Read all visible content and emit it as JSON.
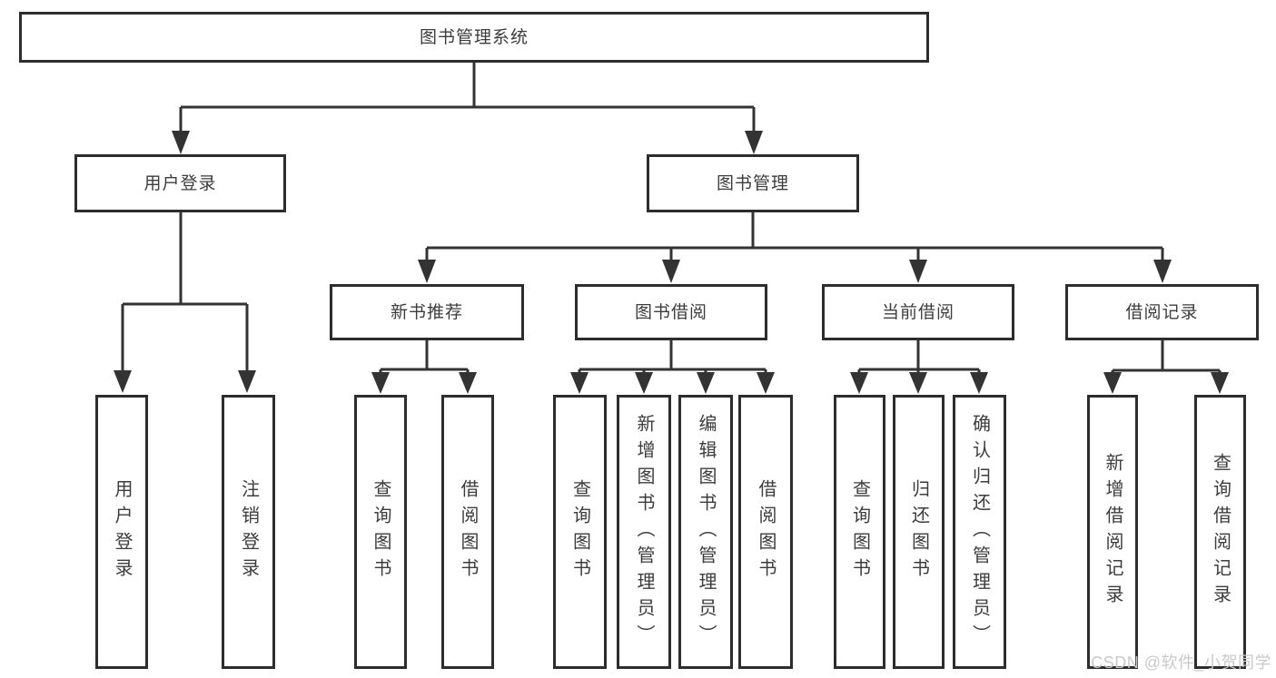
{
  "diagram": {
    "title": "图书管理系统",
    "level2": [
      {
        "label": "用户登录"
      },
      {
        "label": "图书管理"
      }
    ],
    "level3": [
      {
        "label": "新书推荐"
      },
      {
        "label": "图书借阅"
      },
      {
        "label": "当前借阅"
      },
      {
        "label": "借阅记录"
      }
    ],
    "leaves": [
      {
        "label": "用户登录"
      },
      {
        "label": "注销登录"
      },
      {
        "label": "查询图书"
      },
      {
        "label": "借阅图书"
      },
      {
        "label": "查询图书"
      },
      {
        "label": "新增图书（管理员）"
      },
      {
        "label": "编辑图书（管理员）"
      },
      {
        "label": "借阅图书"
      },
      {
        "label": "查询图书"
      },
      {
        "label": "归还图书"
      },
      {
        "label": "确认归还（管理员）"
      },
      {
        "label": "新增借阅记录"
      },
      {
        "label": "查询借阅记录"
      }
    ]
  },
  "watermark": {
    "text": "CSDN @软件_小贺同学"
  },
  "colors": {
    "line": "#333333",
    "border": "#2d2d2d",
    "text": "#3c3c3c",
    "watermark": "#c9c9c9",
    "background": "#ffffff"
  }
}
